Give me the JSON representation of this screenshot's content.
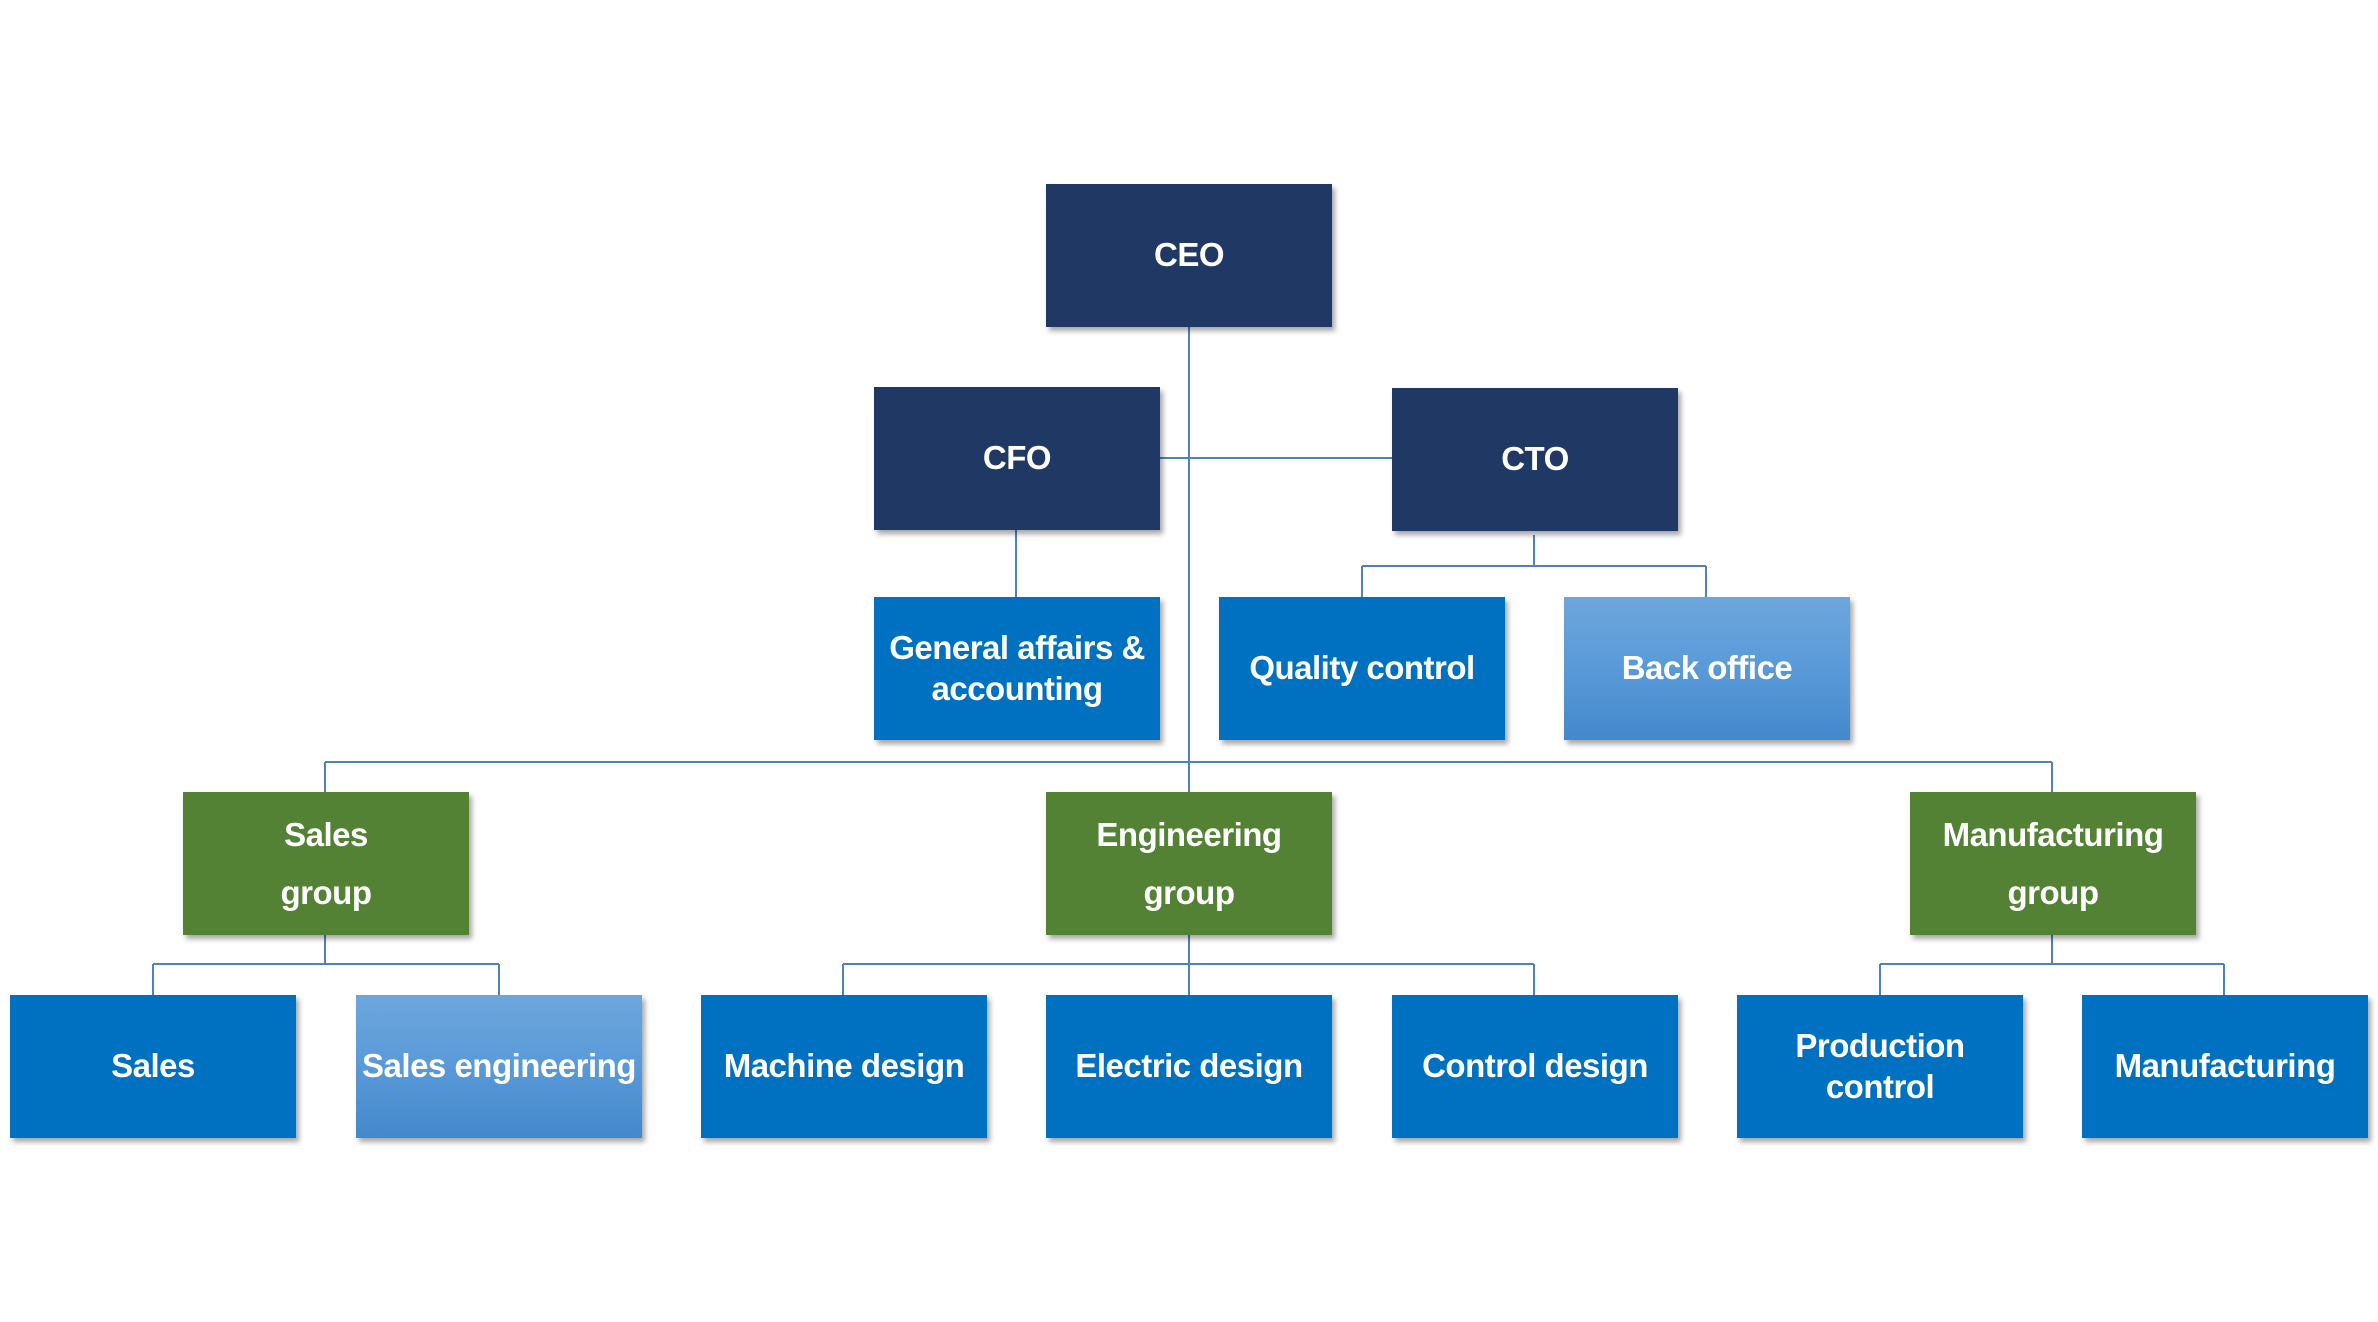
{
  "colors": {
    "executive": "#203864",
    "department": "#0070c0",
    "department_light": "#5b9bd9",
    "group": "#548235",
    "connector": "#4f81bd",
    "text": "#ffffff"
  },
  "org_chart": {
    "ceo": {
      "label": "CEO"
    },
    "executives": [
      {
        "id": "cfo",
        "label": "CFO",
        "children": [
          {
            "id": "general-affairs",
            "label": "General affairs &\naccounting"
          }
        ]
      },
      {
        "id": "cto",
        "label": "CTO",
        "children": [
          {
            "id": "quality-control",
            "label": "Quality control"
          },
          {
            "id": "back-office",
            "label": "Back office"
          }
        ]
      }
    ],
    "groups": [
      {
        "id": "sales-group",
        "label": "Sales\ngroup",
        "children": [
          {
            "id": "sales",
            "label": "Sales"
          },
          {
            "id": "sales-engineering",
            "label": "Sales engineering"
          }
        ]
      },
      {
        "id": "engineering-group",
        "label": "Engineering\ngroup",
        "children": [
          {
            "id": "machine-design",
            "label": "Machine design"
          },
          {
            "id": "electric-design",
            "label": "Electric design"
          },
          {
            "id": "control-design",
            "label": "Control design"
          }
        ]
      },
      {
        "id": "manufacturing-group",
        "label": "Manufacturing\ngroup",
        "children": [
          {
            "id": "production-control",
            "label": "Production\ncontrol"
          },
          {
            "id": "manufacturing",
            "label": "Manufacturing"
          }
        ]
      }
    ]
  }
}
